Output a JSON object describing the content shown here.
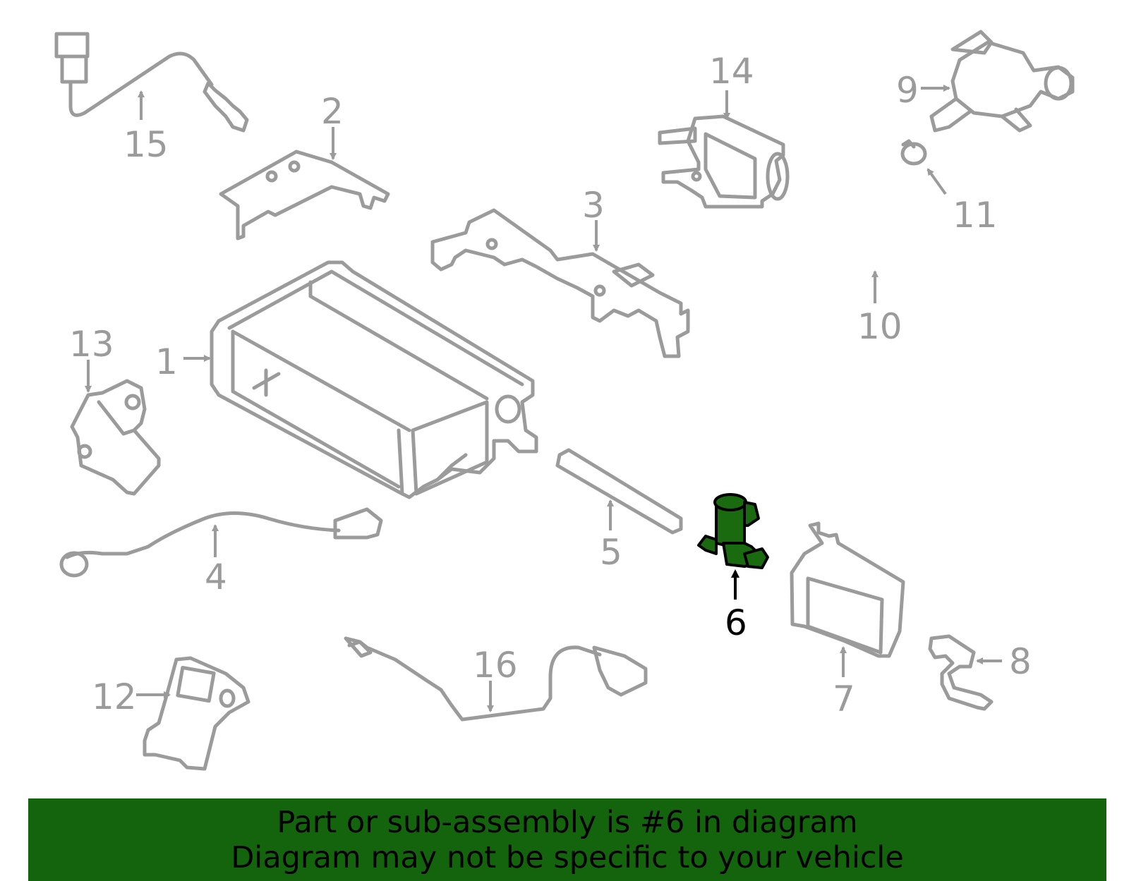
{
  "callouts": {
    "c1": "1",
    "c2": "2",
    "c3": "3",
    "c4": "4",
    "c5": "5",
    "c6": "6",
    "c7": "7",
    "c8": "8",
    "c9": "9",
    "c10": "10",
    "c11": "11",
    "c12": "12",
    "c13": "13",
    "c14": "14",
    "c15": "15",
    "c16": "16"
  },
  "highlighted_part": "6",
  "colors": {
    "highlight": "#1a6b10",
    "banner": "#13640c",
    "parts": "#9b9b9b"
  },
  "banner": {
    "line1": "Part or sub-assembly is #6 in diagram",
    "line2": "Diagram may not be specific to your vehicle"
  }
}
